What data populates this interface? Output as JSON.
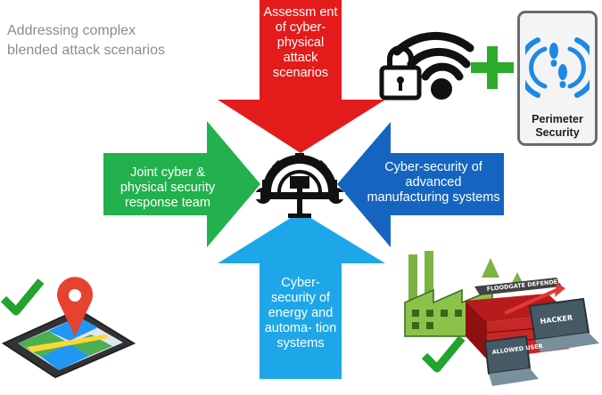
{
  "heading": "Addressing complex blended attack scenarios",
  "arrows": {
    "top": {
      "label": "Assessm ent of cyber- physical attack scenarios",
      "color": "#e31b1b"
    },
    "left": {
      "label": "Joint cyber & physical security response team",
      "color": "#22b14c"
    },
    "right": {
      "label": "Cyber-security of advanced manufacturing systems",
      "color": "#1565c0"
    },
    "bottom": {
      "label": "Cyber- security of energy and automa- tion systems",
      "color": "#1ea7e8"
    }
  },
  "center_icon": "gear-wrench-icon",
  "perimeter": {
    "label": "Perimeter Security",
    "icon": "footprints-icon"
  },
  "wifi_lock": {
    "icons": [
      "padlock-icon",
      "wifi-icon"
    ]
  },
  "plus_icon": "plus-icon",
  "factory_scene": {
    "banner": "FLOODGATE DEFENDER",
    "hacker_label": "HACKER",
    "allowed_label": "ALLOWED USER"
  },
  "phone_map": {
    "icon": "map-pin-icon"
  },
  "colors": {
    "check": "#21a32d",
    "plus": "#2aab2a",
    "pin": "#e5432f"
  }
}
